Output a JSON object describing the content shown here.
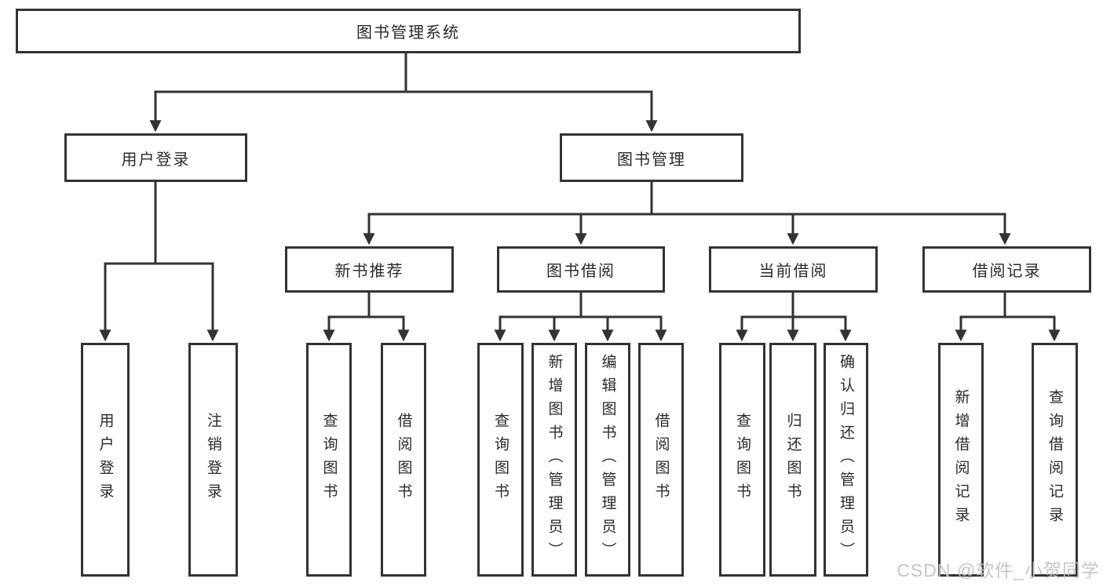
{
  "colors": {
    "line": "#333333",
    "box_border": "#333333",
    "box_fill": "#ffffff",
    "text": "#2b2b2b",
    "watermark": "#bdc2c8"
  },
  "watermark": {
    "text": "CSDN @软件_小贺同学"
  },
  "tree": {
    "label": "图书管理系统",
    "children": [
      {
        "label": "用户登录",
        "children": [
          {
            "label": "用户登录"
          },
          {
            "label": "注销登录"
          }
        ]
      },
      {
        "label": "图书管理",
        "children": [
          {
            "label": "新书推荐",
            "children": [
              {
                "label": "查询图书"
              },
              {
                "label": "借阅图书"
              }
            ]
          },
          {
            "label": "图书借阅",
            "children": [
              {
                "label": "查询图书"
              },
              {
                "label": "新增图书（管理员）"
              },
              {
                "label": "编辑图书（管理员）"
              },
              {
                "label": "借阅图书"
              }
            ]
          },
          {
            "label": "当前借阅",
            "children": [
              {
                "label": "查询图书"
              },
              {
                "label": "归还图书"
              },
              {
                "label": "确认归还（管理员）"
              }
            ]
          },
          {
            "label": "借阅记录",
            "children": [
              {
                "label": "新增借阅记录"
              },
              {
                "label": "查询借阅记录"
              }
            ]
          }
        ]
      }
    ]
  }
}
